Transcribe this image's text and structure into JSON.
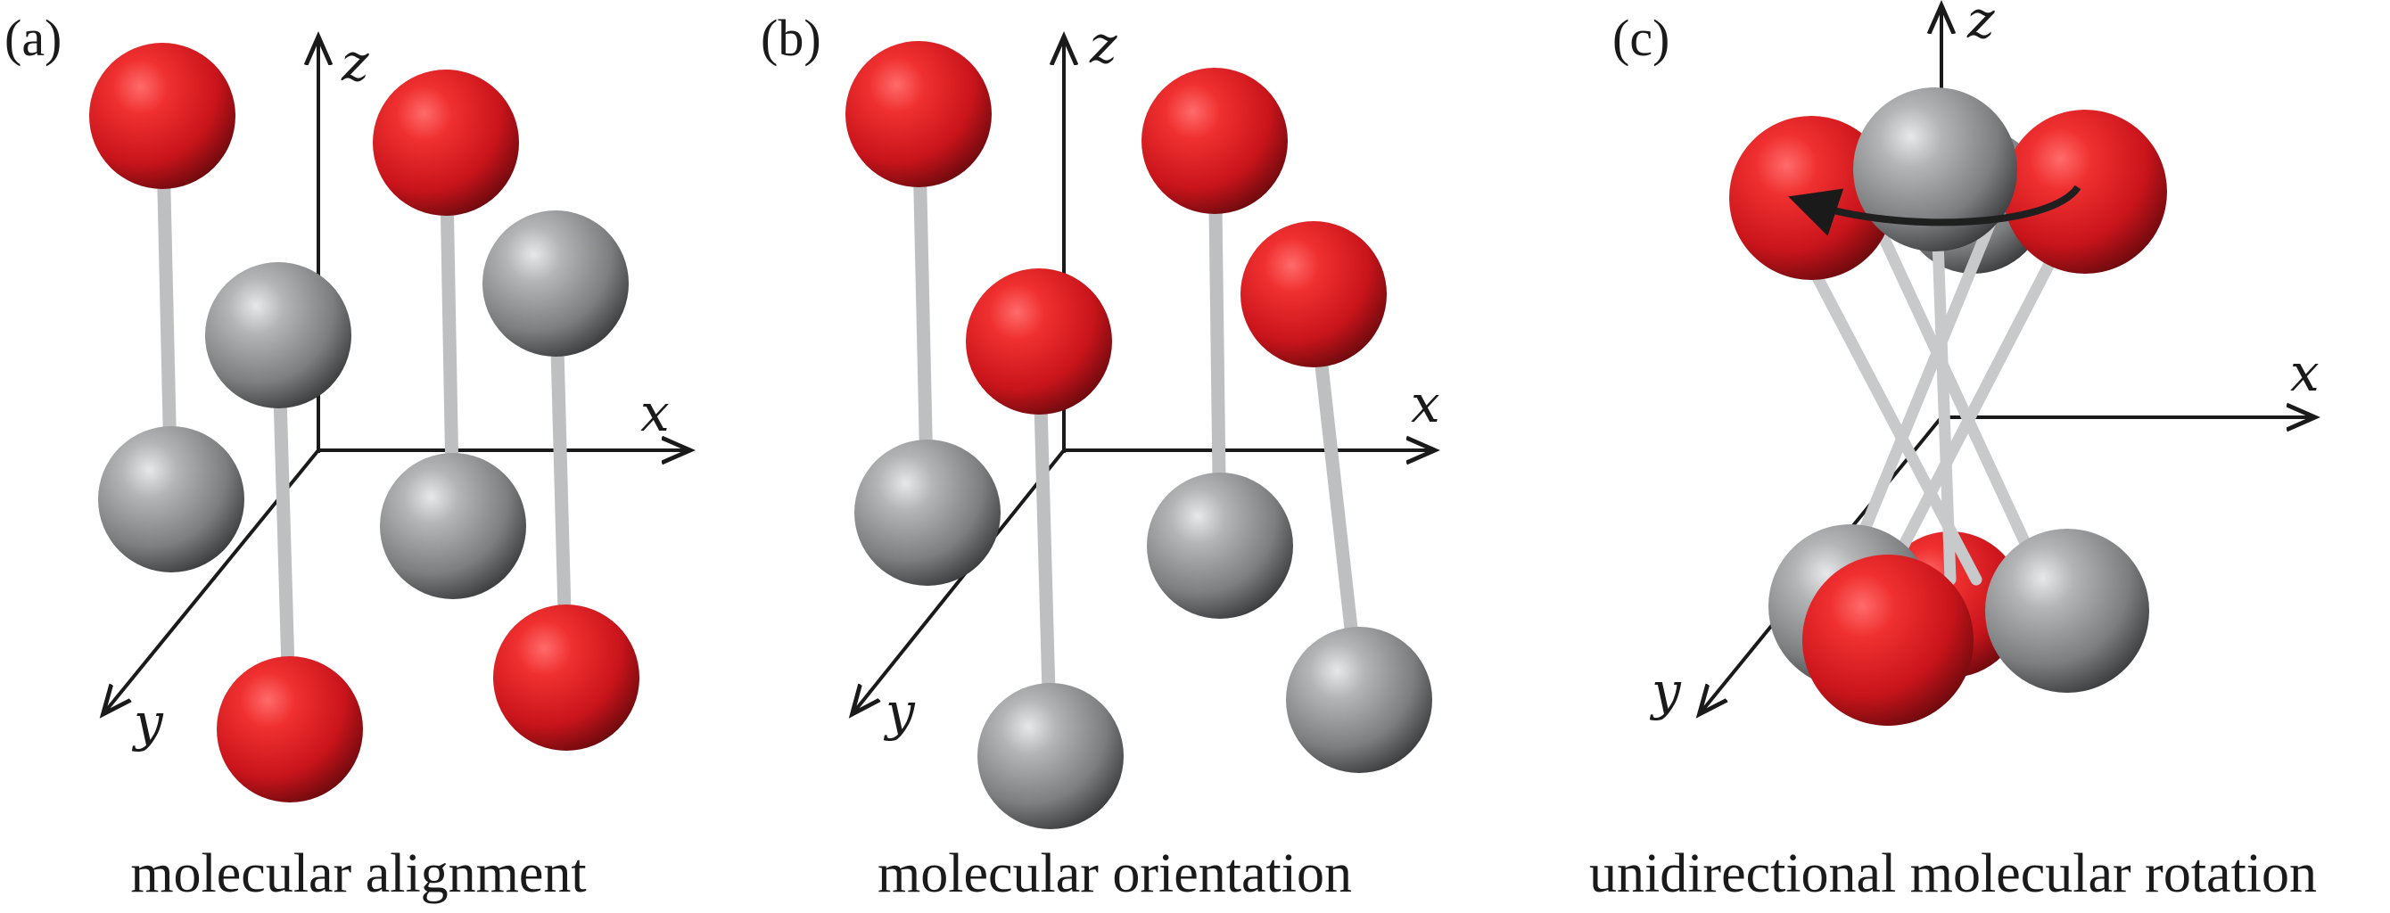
{
  "figure": {
    "colors": {
      "oxygen_red": "#d81f26",
      "carbon_gray": "#8d8f90",
      "bond": "#c7c9ca",
      "axis": "#1a1a1a"
    },
    "panels": [
      {
        "label": "(a)",
        "caption": "molecular alignment",
        "axes": {
          "x": "x",
          "y": "y",
          "z": "z"
        }
      },
      {
        "label": "(b)",
        "caption": "molecular orientation",
        "axes": {
          "x": "x",
          "y": "y",
          "z": "z"
        }
      },
      {
        "label": "(c)",
        "caption": "unidirectional molecular rotation",
        "axes": {
          "x": "x",
          "y": "y",
          "z": "z"
        },
        "rotation_arrow": "curved-arrow-icon"
      }
    ]
  }
}
